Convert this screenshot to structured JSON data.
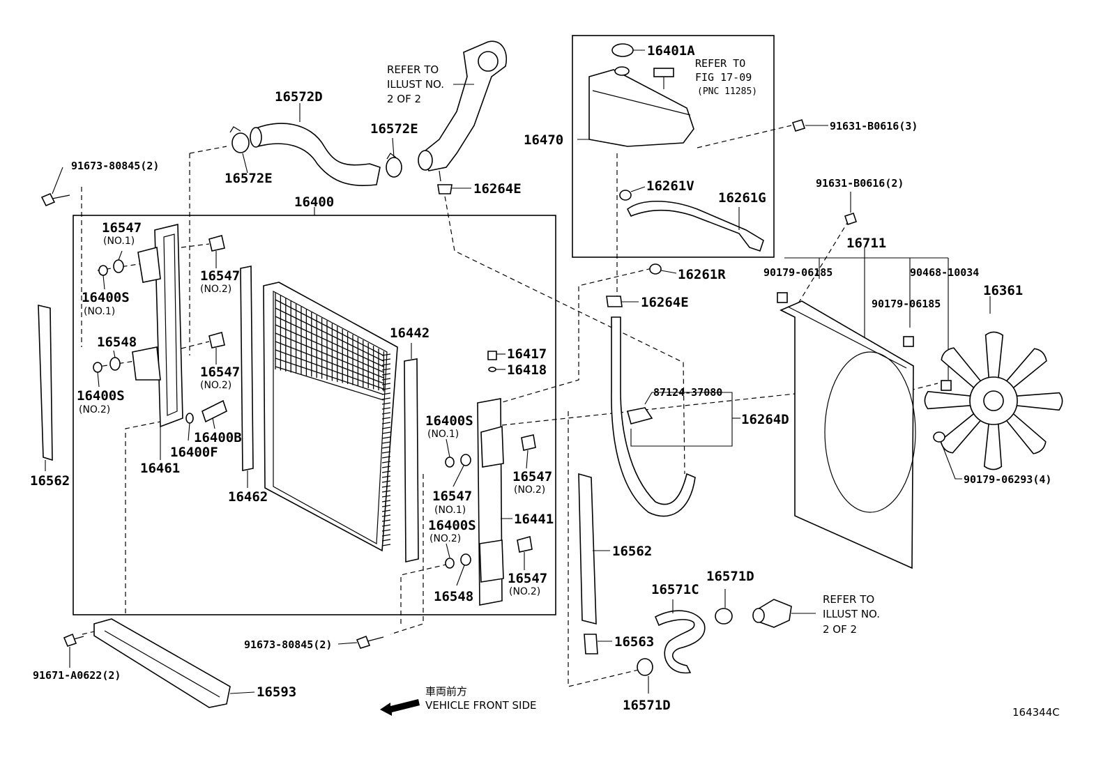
{
  "diagram_id": "164344C",
  "direction": {
    "jp": "車両前方",
    "en": "VEHICLE FRONT SIDE"
  },
  "notes": {
    "refer_top": [
      "REFER TO",
      "ILLUST NO.",
      "2 OF 2"
    ],
    "refer_bottom": [
      "REFER TO",
      "ILLUST NO.",
      "2 OF 2"
    ],
    "refer_fig": [
      "REFER TO",
      "FIG 17-09",
      "(PNC 11285)"
    ]
  },
  "labels": {
    "p16572D": "16572D",
    "p16572E_a": "16572E",
    "p16572E_b": "16572E",
    "p16264E_a": "16264E",
    "p16264E_b": "16264E",
    "p16400": "16400",
    "b91673_a": "91673-80845(2)",
    "b91673_b": "91673-80845(2)",
    "p16547_no1_l": "16547",
    "s16547_no1_l": "(NO.1)",
    "p16400S_no1_l": "16400S",
    "s16400S_no1_l": "(NO.1)",
    "p16548_l": "16548",
    "p16400S_no2_l": "16400S",
    "s16400S_no2_l": "(NO.2)",
    "p16547_no2_a": "16547",
    "s16547_no2_a": "(NO.2)",
    "p16547_no2_b": "16547",
    "s16547_no2_b": "(NO.2)",
    "p16400B": "16400B",
    "p16400F": "16400F",
    "p16461": "16461",
    "p16562_l": "16562",
    "p16462": "16462",
    "p16442": "16442",
    "p16417": "16417",
    "p16418": "16418",
    "p16400S_no1_r": "16400S",
    "s16400S_no1_r": "(NO.1)",
    "p16547_no1_r": "16547",
    "s16547_no1_r": "(NO.1)",
    "p16547_no2_c": "16547",
    "s16547_no2_c": "(NO.2)",
    "p16441": "16441",
    "p16400S_no2_r": "16400S",
    "s16400S_no2_r": "(NO.2)",
    "p16548_r": "16548",
    "p16547_no2_d": "16547",
    "s16547_no2_d": "(NO.2)",
    "b91671": "91671-A0622(2)",
    "p16593": "16593",
    "p16401A": "16401A",
    "p16470": "16470",
    "p16261V": "16261V",
    "p16261G": "16261G",
    "p16261R": "16261R",
    "b91631_a": "91631-B0616(3)",
    "b91631_b": "91631-B0616(2)",
    "p16711": "16711",
    "b90179_06185_a": "90179-06185",
    "b90468": "90468-10034",
    "b90179_06185_b": "90179-06185",
    "p16361": "16361",
    "p87124": "87124-37080",
    "p16264D": "16264D",
    "b90179_06293": "90179-06293(4)",
    "p16562_r": "16562",
    "p16563": "16563",
    "p16571C": "16571C",
    "p16571D_a": "16571D",
    "p16571D_b": "16571D"
  }
}
